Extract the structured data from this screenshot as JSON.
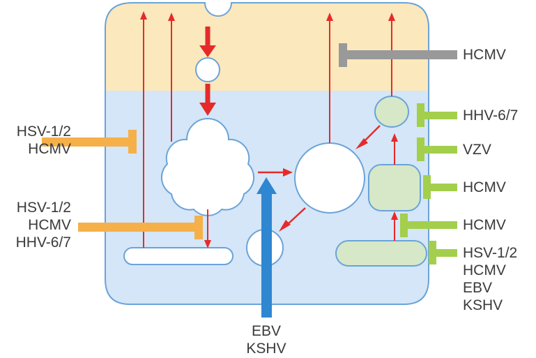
{
  "viruses": {
    "hcmv_top": "HCMV",
    "hhv67_right": "HHV-6/7",
    "vzv": "VZV",
    "hcmv_right_mid": "HCMV",
    "hcmv_right_low": "HCMV",
    "right_bottom": [
      "HSV-1/2",
      "HCMV",
      "EBV",
      "KSHV"
    ],
    "left_upper": [
      "HSV-1/2",
      "HCMV"
    ],
    "left_lower": [
      "HSV-1/2",
      "HCMV",
      "HHV-6/7"
    ],
    "bottom": [
      "EBV",
      "KSHV"
    ]
  },
  "colors": {
    "membrane": "#6aa3d9",
    "extracellular": "#fbe8bd",
    "cytoplasm": "#d4e6f7",
    "organelle_green": "#d6e8c8",
    "red_arrow": "#e62a2a",
    "blue_arrow": "#2f86d1",
    "orange_inhibitor": "#f5b04a",
    "green_inhibitor": "#a3cf4c",
    "grey_inhibitor": "#999999"
  }
}
